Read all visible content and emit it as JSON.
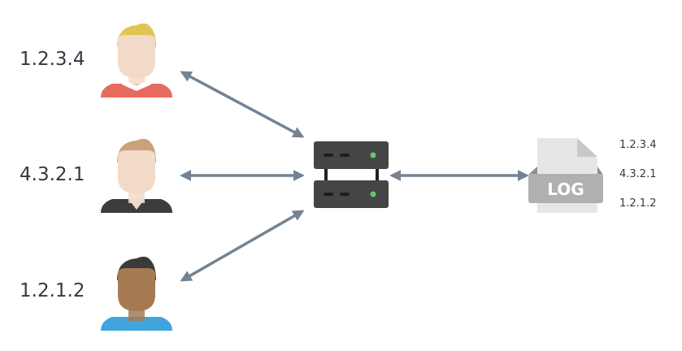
{
  "clients": [
    {
      "ip": "1.2.3.4",
      "hair": "#e2c550",
      "skin": "#f2dac9",
      "shirt": "#e86a5d"
    },
    {
      "ip": "4.3.2.1",
      "hair": "#c9a17a",
      "skin": "#f2dac9",
      "shirt": "#3d3d3d"
    },
    {
      "ip": "1.2.1.2",
      "hair": "#3a3a3a",
      "skin": "#a57a52",
      "shirt": "#42a4dc"
    }
  ],
  "server": {
    "icon": "server-icon",
    "body": "#454545",
    "led": "#6cc36a"
  },
  "log": {
    "label": "LOG",
    "entries": [
      "1.2.3.4",
      "4.3.2.1",
      "1.2.1.2"
    ]
  },
  "arrow_color": "#738391"
}
